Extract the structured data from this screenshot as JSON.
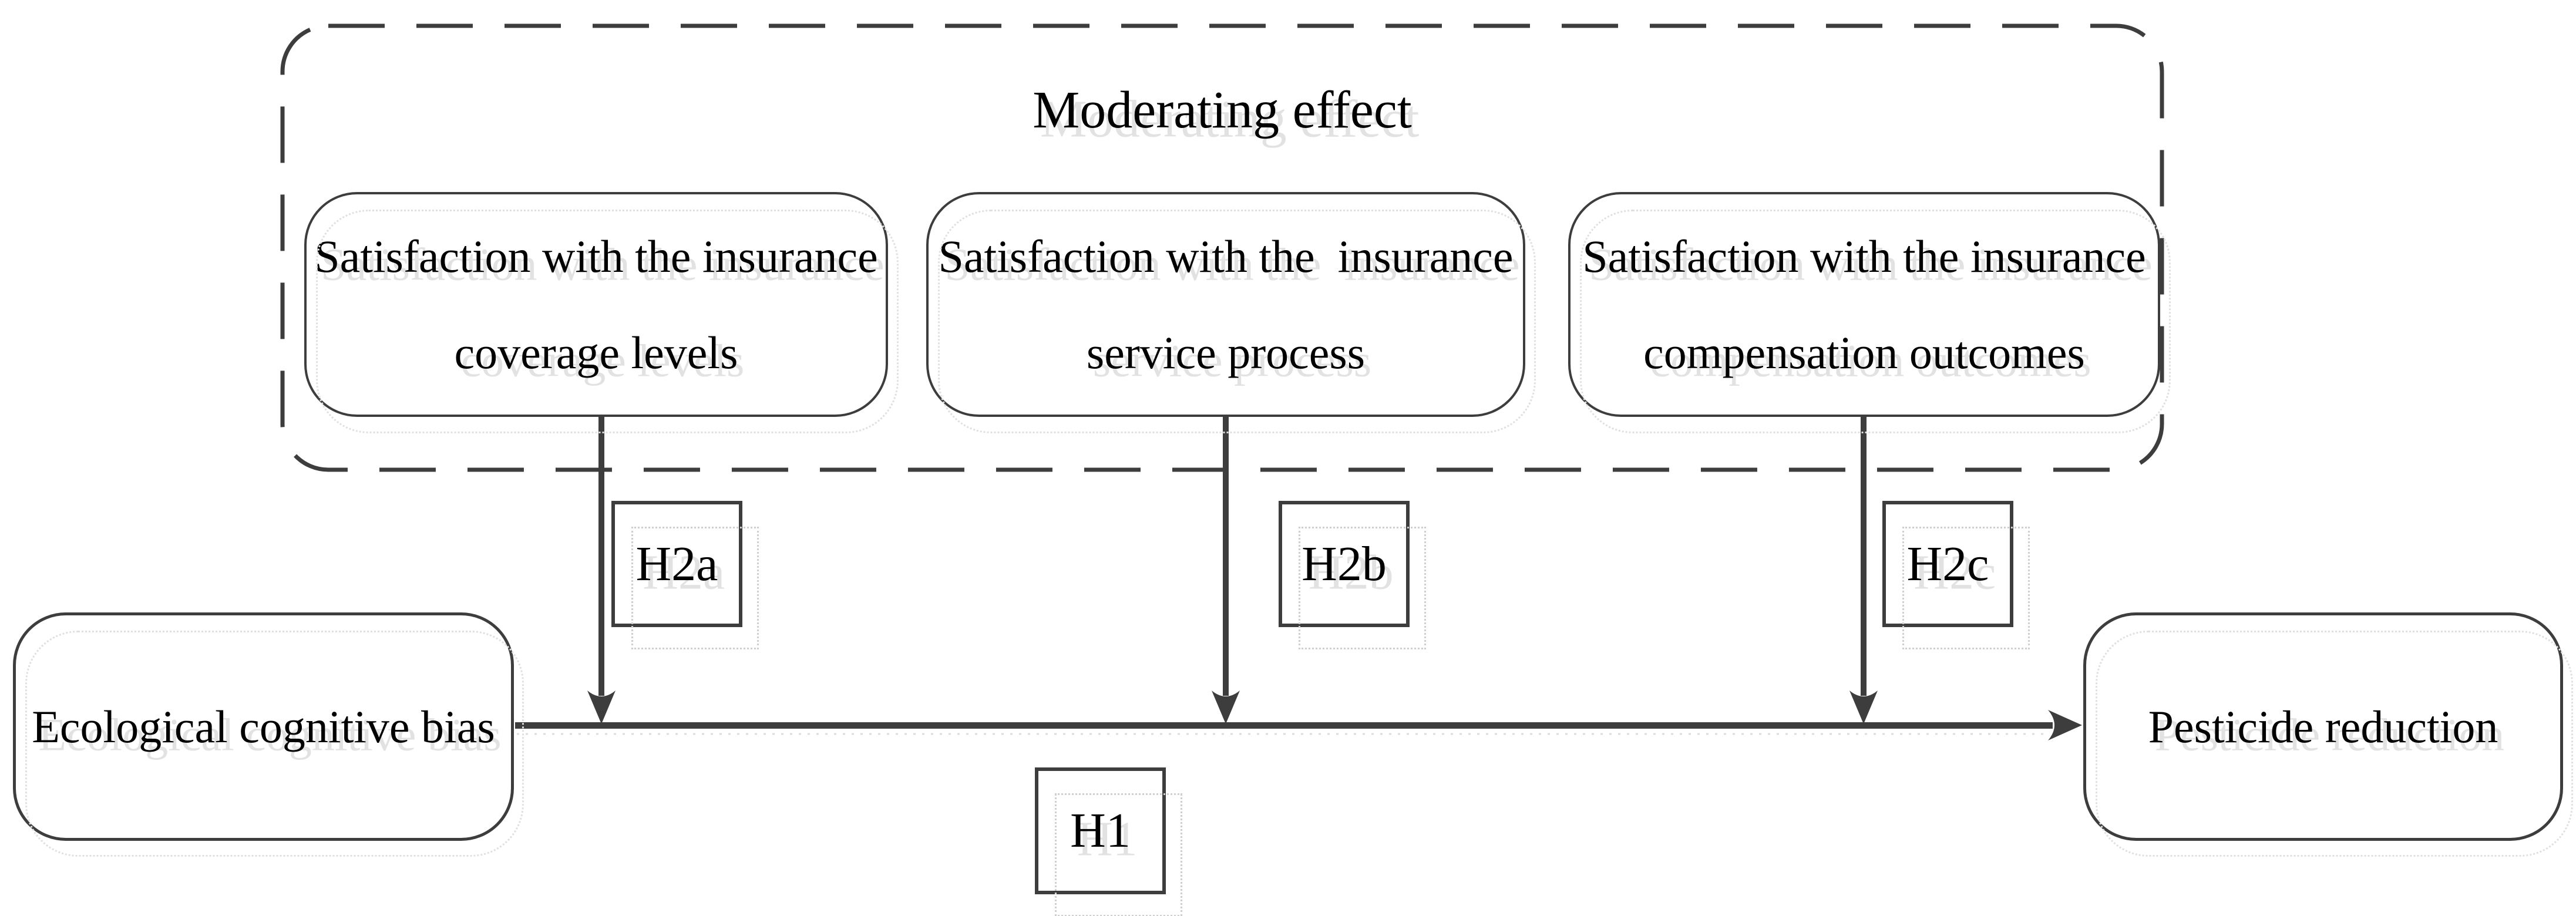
{
  "diagram": {
    "title": "Moderating effect",
    "moderators": [
      {
        "line1": "Satisfaction with the insurance",
        "line2": "coverage levels",
        "hypothesis": "H2a"
      },
      {
        "line1": "Satisfaction with the  insurance",
        "line2": "service process",
        "hypothesis": "H2b"
      },
      {
        "line1": "Satisfaction with the insurance",
        "line2": "compensation outcomes",
        "hypothesis": "H2c"
      }
    ],
    "independent_variable": {
      "label": "Ecological cognitive bias"
    },
    "dependent_variable": {
      "label": "Pesticide reduction"
    },
    "main_hypothesis": "H1",
    "colors": {
      "stroke": "#3d3d3d",
      "text": "#000000",
      "background": "#ffffff",
      "ghost": "#e2e2e2"
    }
  }
}
